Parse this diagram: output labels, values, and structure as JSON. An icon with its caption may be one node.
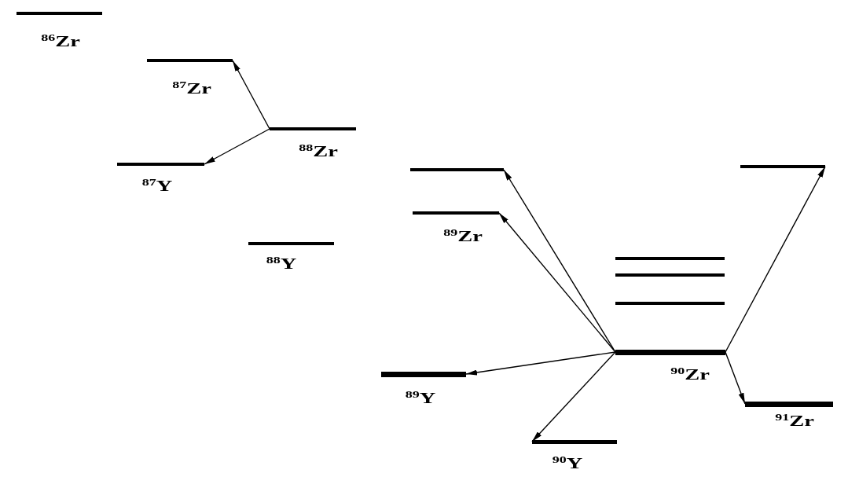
{
  "diagram": {
    "nodes": [
      {
        "text": [
          "$^{86}$Zr"
        ]
      },
      {
        "text": [
          "$^{87}$Zr"
        ]
      },
      {
        "text": [
          "$^{88}$Zr"
        ]
      },
      {
        "text": [
          "$^{87}$Y"
        ]
      },
      {
        "text": [],
        "shape": "bar"
      },
      {
        "text": [],
        "shape": "bar"
      },
      {
        "text": [
          "$^{89}$Zr"
        ]
      },
      {
        "text": [
          "$^{88}$Y"
        ]
      },
      {
        "text": [],
        "shape": "bar"
      },
      {
        "text": [],
        "shape": "bar"
      },
      {
        "text": [],
        "shape": "bar"
      },
      {
        "text": [
          "$^{90}$Zr"
        ]
      },
      {
        "text": [
          "$^{89}$Y"
        ]
      },
      {
        "text": [
          "$^{91}$Zr"
        ]
      },
      {
        "text": [
          "$^{90}$Y"
        ]
      }
    ],
    "edges": [
      {
        "from": 2,
        "to": 1,
        "arrow": "to"
      },
      {
        "from": 2,
        "to": 3,
        "arrow": "to"
      },
      {
        "from": 11,
        "to": 4,
        "arrow": "to"
      },
      {
        "from": 11,
        "to": 6,
        "arrow": "to"
      },
      {
        "from": 11,
        "to": 12,
        "arrow": "to"
      },
      {
        "from": 11,
        "to": 14,
        "arrow": "to"
      },
      {
        "from": 11,
        "to": 5,
        "arrow": "to"
      },
      {
        "from": 11,
        "to": 13,
        "arrow": "to"
      }
    ]
  }
}
